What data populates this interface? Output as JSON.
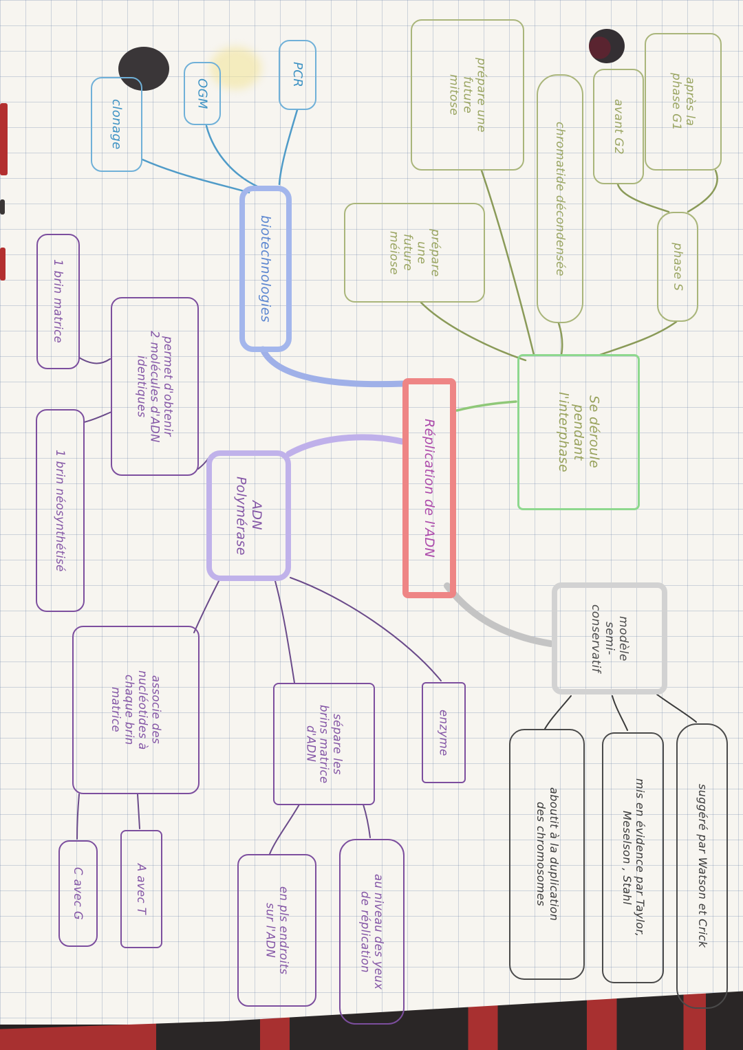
{
  "title": "Réplication de l'ADN — carte mentale manuscrite",
  "colors": {
    "blue_pen": "#3f93c4",
    "periwinkle_marker": "#a3b6ec",
    "green_pen": "#9aa562",
    "green_marker": "#8ed88e",
    "red_marker": "#ee8585",
    "magenta_pen": "#ad4bab",
    "purple_pen": "#8456a6",
    "lavender_marker": "#c0b2ea",
    "gray_marker": "#d2d2d2",
    "dark_pen": "#3a3a3a",
    "paper": "#f7f5f0",
    "desk": "#2a2626",
    "desk_red": "#a83030"
  },
  "nodes": {
    "replication": {
      "label": "Réplication de l'ADN"
    },
    "biotech": {
      "label": "biotechnologies"
    },
    "clonage": {
      "label": "clonage"
    },
    "ogm": {
      "label": "OGM"
    },
    "pcr": {
      "label": "PCR"
    },
    "se_deroule": {
      "label": "Se déroule\npendant\nl'interphase"
    },
    "prep_mitose": {
      "label": "prépare une\nfuture\nmitose"
    },
    "prep_meiose": {
      "label": "prépare\nune\nfuture\nméiose"
    },
    "chromatide": {
      "label": "chromatide décondensée"
    },
    "avant_g2": {
      "label": "avant G2"
    },
    "apres_g1": {
      "label": "après la\nphase G1"
    },
    "phase_s": {
      "label": "phase S"
    },
    "polymerase": {
      "label": "ADN\nPolymérase"
    },
    "permet": {
      "label": "permet d'obtenir\n2 molécules d'ADN\nidentiques"
    },
    "brin_matrice": {
      "label": "1 brin matrice"
    },
    "brin_neo": {
      "label": "1 brin néosynthétisé"
    },
    "associe": {
      "label": "associe des\nnucléotides à\nchaque brin\nmatrice"
    },
    "a_avec_t": {
      "label": "A avec T"
    },
    "c_avec_g": {
      "label": "C avec G"
    },
    "separe": {
      "label": "sépare les\nbrins matrice\nd'ADN"
    },
    "enzyme": {
      "label": "enzyme"
    },
    "en_pls": {
      "label": "en pls endroits\nsur l'ADN"
    },
    "au_niveau": {
      "label": "au niveau des yeux\nde réplication"
    },
    "modele": {
      "label": "modèle\nsemi-\nconservatif"
    },
    "aboutit": {
      "label": "aboutit à la duplication\ndes chromosomes"
    },
    "mis_en_evidence": {
      "label": "mis en évidence par Taylor,\nMeselson , Stahl"
    },
    "suggere": {
      "label": "suggéré par Watson et Crick"
    }
  }
}
